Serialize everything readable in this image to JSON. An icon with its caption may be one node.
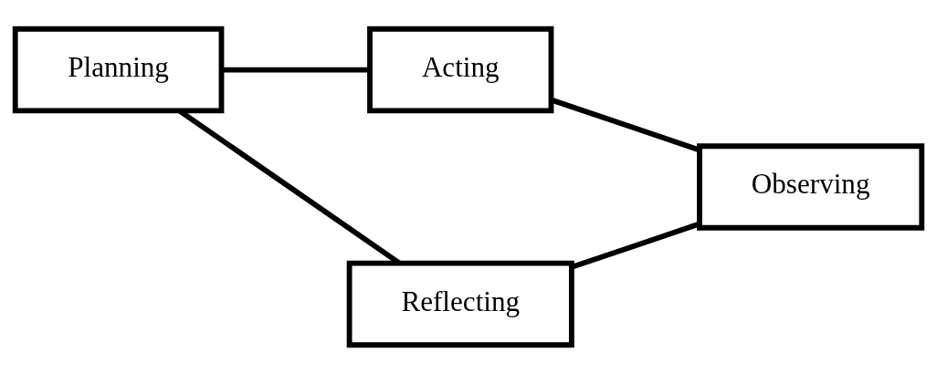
{
  "diagram": {
    "nodes": [
      {
        "text": [
          "Acting"
        ]
      },
      {
        "text": [
          "Planning"
        ]
      },
      {
        "text": [
          "Observing"
        ]
      },
      {
        "text": [
          "Reflecting"
        ]
      }
    ],
    "edges": [
      {
        "from": 1,
        "to": 0,
        "arrow": "none"
      },
      {
        "from": 0,
        "to": 2,
        "arrow": "none"
      },
      {
        "from": 2,
        "to": 3,
        "arrow": "none"
      },
      {
        "from": 3,
        "to": 1,
        "arrow": "none"
      }
    ]
  }
}
